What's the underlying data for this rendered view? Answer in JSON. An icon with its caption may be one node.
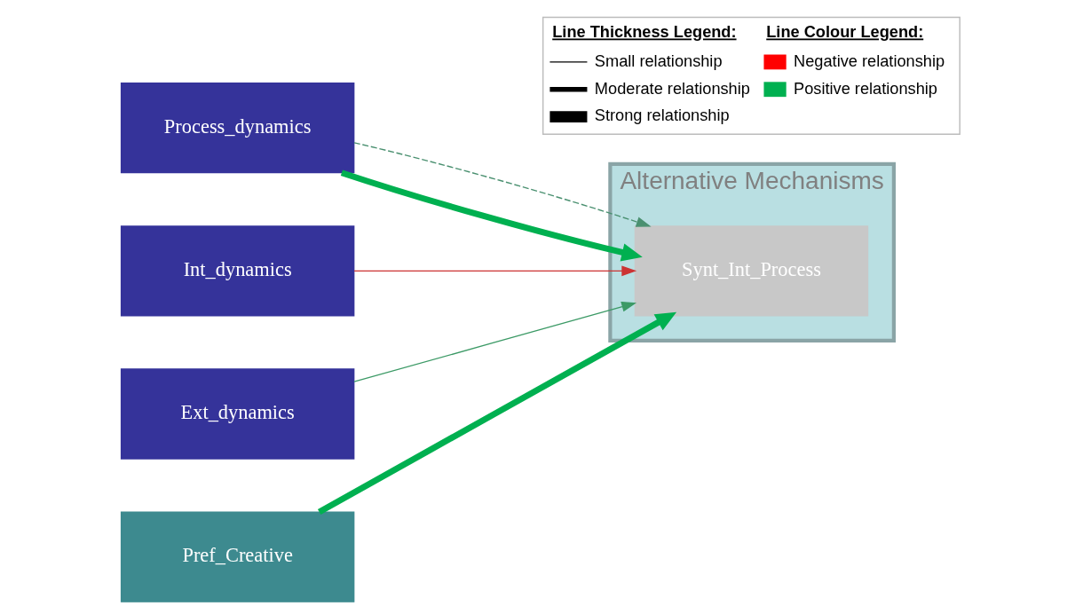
{
  "diagram": {
    "nodes": [
      {
        "text": [
          "Process_dynamics"
        ]
      },
      {
        "text": [
          "Int_dynamics"
        ]
      },
      {
        "text": [
          "Ext_dynamics"
        ]
      },
      {
        "text": [
          "Pref_Creative"
        ]
      },
      {
        "text": [
          "Alternative Mechanisms"
        ]
      },
      {
        "text": [
          "Synt_Int_Process"
        ],
        "in": 4
      }
    ],
    "edges": [
      {
        "from": 0,
        "to": 5,
        "arrow": "to",
        "style": "thick",
        "color": "#00b050"
      },
      {
        "from": 0,
        "to": 5,
        "arrow": "to",
        "style": "dashed",
        "color": "#4a9070"
      },
      {
        "from": 1,
        "to": 5,
        "arrow": "to",
        "color": "#cc3333"
      },
      {
        "from": 2,
        "to": 5,
        "arrow": "to",
        "color": "#3c9a66"
      },
      {
        "from": 3,
        "to": 5,
        "arrow": "to",
        "style": "thick",
        "color": "#00b050"
      }
    ],
    "labels": [
      "Line Thickness Legend:",
      "Line Colour Legend:"
    ],
    "legend": [
      {
        "text": "Small relationship"
      },
      {
        "text": "Moderate relationship"
      },
      {
        "text": "Strong relationship"
      },
      {
        "text": "Negative relationship",
        "color": "#ff0000"
      },
      {
        "text": "Positive relationship",
        "color": "#00b050"
      }
    ]
  }
}
